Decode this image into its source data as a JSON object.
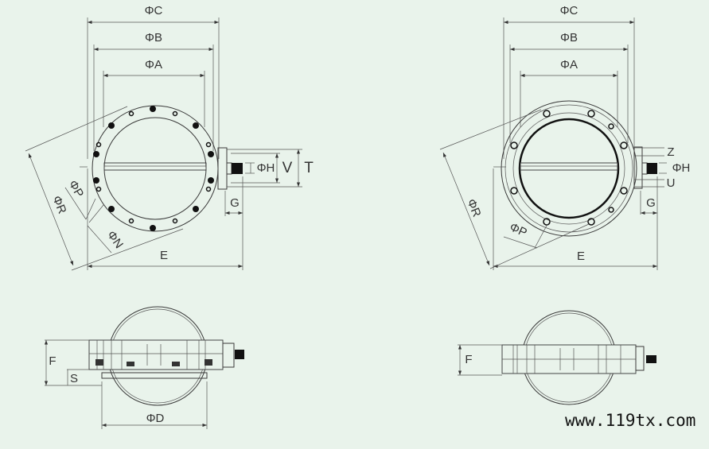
{
  "labels": {
    "dia_c": "ΦC",
    "dia_b": "ΦB",
    "dia_a": "ΦA",
    "dia_h": "ΦH",
    "v": "V",
    "t": "T",
    "g": "G",
    "e": "E",
    "dia_r": "ΦR",
    "dia_p": "ΦP",
    "dia_n": "ΦN",
    "z": "Z",
    "u": "U",
    "f": "F",
    "s": "S",
    "dia_d": "ΦD"
  },
  "watermark": "www.119tx.com",
  "colors": {
    "background": "#e9f3eb",
    "line": "#3a3a3a"
  }
}
